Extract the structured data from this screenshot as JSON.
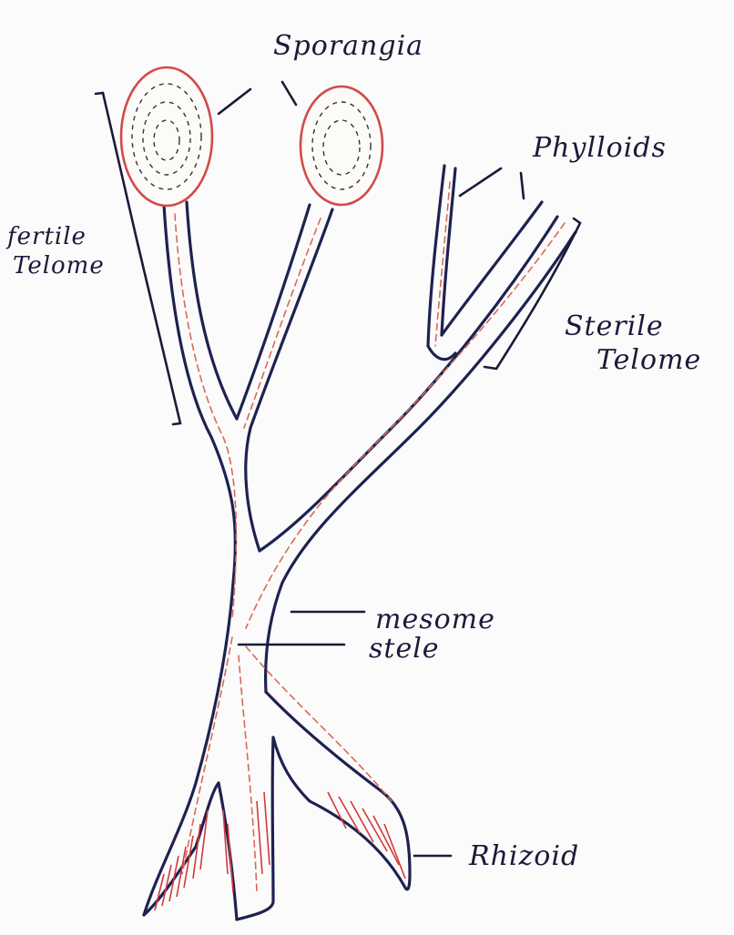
{
  "labels": {
    "sporangia": "Sporangia",
    "phylloids": "Phylloids",
    "fertile_telome_line1": "fertile",
    "fertile_telome_line2": "Telome",
    "sterile_telome_line1": "Sterile",
    "sterile_telome_line2": "Telome",
    "mesome": "mesome",
    "stele": "stele",
    "rhizoid": "Rhizoid"
  },
  "colors": {
    "outline": "#1e2250",
    "stele": "#d96a55",
    "sporangium_rim": "#d24a4a",
    "rhizoid_hair": "#d13a3a",
    "ink": "#1a1a3a"
  }
}
